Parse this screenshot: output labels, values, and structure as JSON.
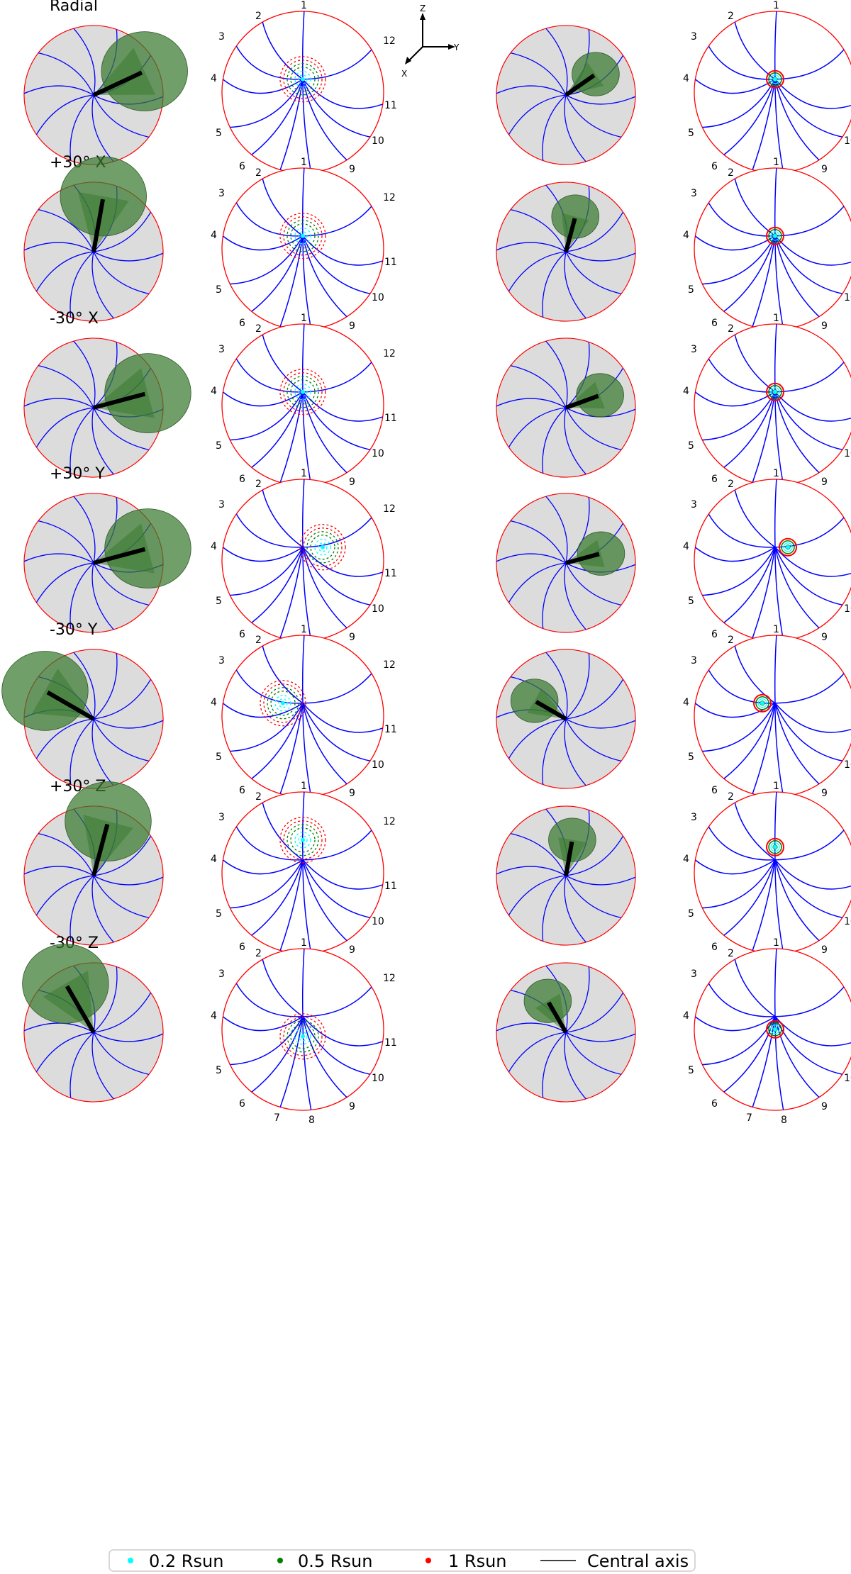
{
  "axes_indicator": {
    "z": "Z",
    "y": "Y",
    "x": "X"
  },
  "rows": [
    {
      "label": "Radial",
      "tilt_deg": [
        0,
        0
      ],
      "footprint_offsets": [
        0,
        0
      ],
      "cone_angles": [
        -25,
        -35
      ]
    },
    {
      "label": "+30° X",
      "tilt_deg": [
        0,
        0
      ],
      "footprint_offsets": [
        0,
        0
      ],
      "cone_angles": [
        -80,
        -75
      ]
    },
    {
      "label": "-30° X",
      "tilt_deg": [
        0,
        0
      ],
      "footprint_offsets": [
        0,
        0
      ],
      "cone_angles": [
        -15,
        -20
      ]
    },
    {
      "label": "+30° Y",
      "tilt_deg": [
        30,
        0
      ],
      "footprint_offsets": [
        1,
        1
      ],
      "cone_angles": [
        -15,
        -15
      ]
    },
    {
      "label": "-30° Y",
      "tilt_deg": [
        -30,
        0
      ],
      "footprint_offsets": [
        -1,
        -1
      ],
      "cone_angles": [
        -150,
        -150
      ]
    },
    {
      "label": "+30° Z",
      "tilt_deg": [
        0,
        30
      ],
      "footprint_offsets": [
        2,
        2
      ],
      "cone_angles": [
        -75,
        -80
      ]
    },
    {
      "label": "-30° Z",
      "tilt_deg": [
        0,
        -30
      ],
      "footprint_offsets": [
        -2,
        -2
      ],
      "cone_angles": [
        -120,
        -120
      ]
    }
  ],
  "meridian_numbers": [
    "1",
    "2",
    "3",
    "4",
    "5",
    "6",
    "7",
    "8",
    "9",
    "10",
    "11",
    "12"
  ],
  "legend": [
    {
      "label": "0.2 Rsun",
      "color": "#00ffff",
      "type": "dot"
    },
    {
      "label": "0.5 Rsun",
      "color": "#007f00",
      "type": "dot"
    },
    {
      "label": "1 Rsun",
      "color": "#ff0000",
      "type": "dot"
    },
    {
      "label": "Central axis",
      "color": "#000000",
      "type": "line"
    }
  ],
  "colors": {
    "sphere_fill": "#dcdcdc",
    "limb": "#ff0000",
    "meridian": "#0000ff",
    "cone": "#3a7a30"
  }
}
